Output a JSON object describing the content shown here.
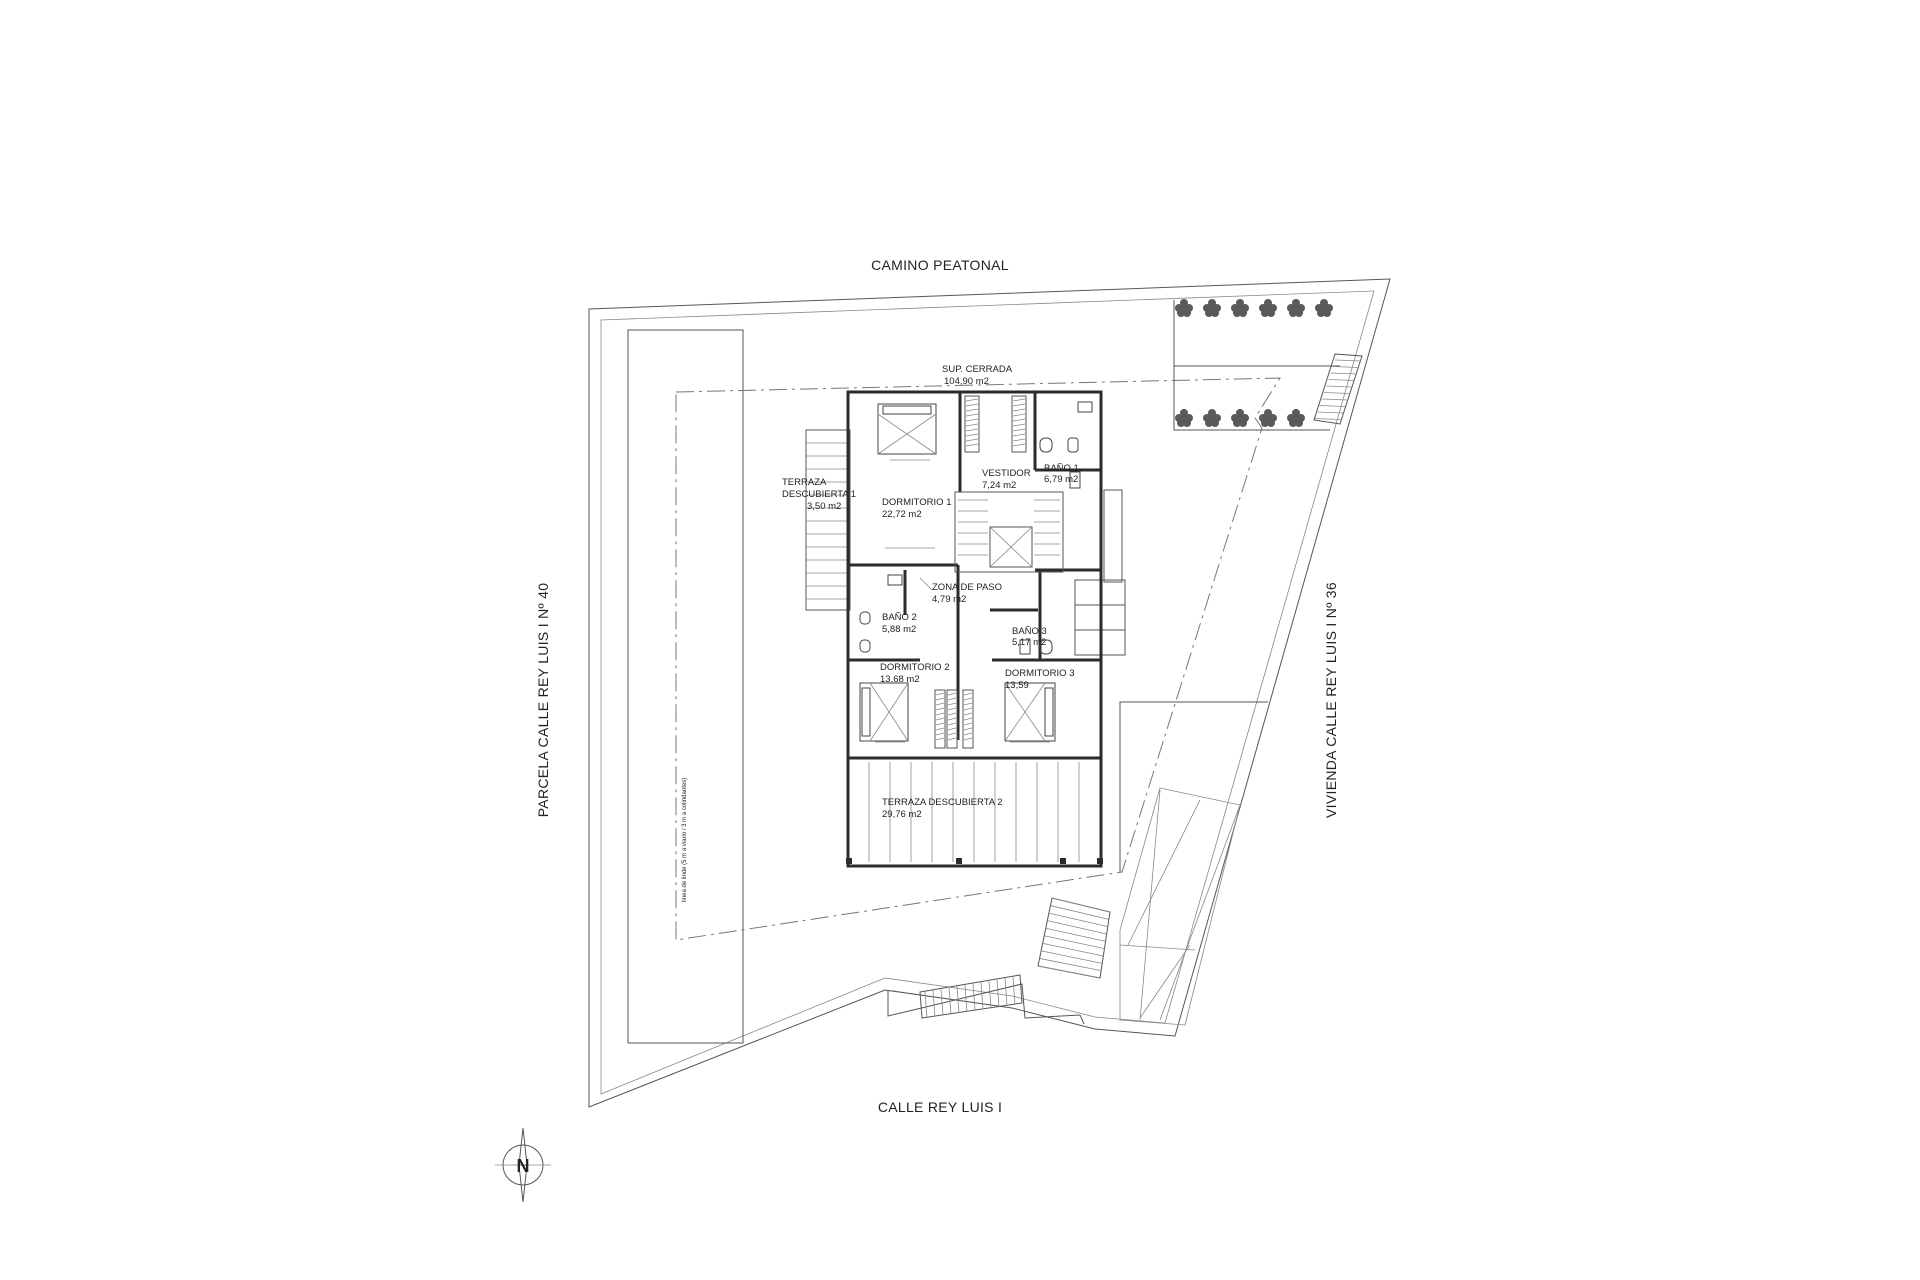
{
  "streets": {
    "north": "CAMINO PEATONAL",
    "south": "CALLE REY LUIS I",
    "west": "PARCELA CALLE REY LUIS I Nº 40",
    "east": "VIVIENDA CALLE REY LUIS I Nº 36"
  },
  "enclosed_area": {
    "label": "SUP. CERRADA",
    "value": "104,90 m2"
  },
  "rooms": {
    "terraza_1": {
      "name_a": "TERRAZA",
      "name_b": "DESCUBIERTA 1",
      "area": "3,50 m2"
    },
    "dormitorio_1": {
      "name": "DORMITORIO 1",
      "area": "22,72  m2"
    },
    "vestidor": {
      "name": "VESTIDOR",
      "area": "7,24 m2"
    },
    "bano_1": {
      "name": "BAÑO 1",
      "area": "6,79 m2"
    },
    "zona_paso": {
      "name": "ZONA DE PASO",
      "area": "4,79 m2"
    },
    "bano_2": {
      "name": "BAÑO 2",
      "area": "5,88 m2"
    },
    "bano_3": {
      "name": "BAÑO 3",
      "area": "5,17 m2"
    },
    "dormitorio_2": {
      "name": "DORMITORIO 2",
      "area": "13,68 m2"
    },
    "dormitorio_3": {
      "name": "DORMITORIO 3",
      "area": "13,59"
    },
    "terraza_2": {
      "name": "TERRAZA DESCUBIERTA 2",
      "area": "29,76 m2"
    }
  },
  "setback_note": "línea de linde (5 m a viario / 3 m a colindantes)",
  "north_arrow": "N",
  "colors": {
    "lines": "#2b2b2b",
    "background": "#ffffff",
    "trees": "#5a5a5a"
  }
}
